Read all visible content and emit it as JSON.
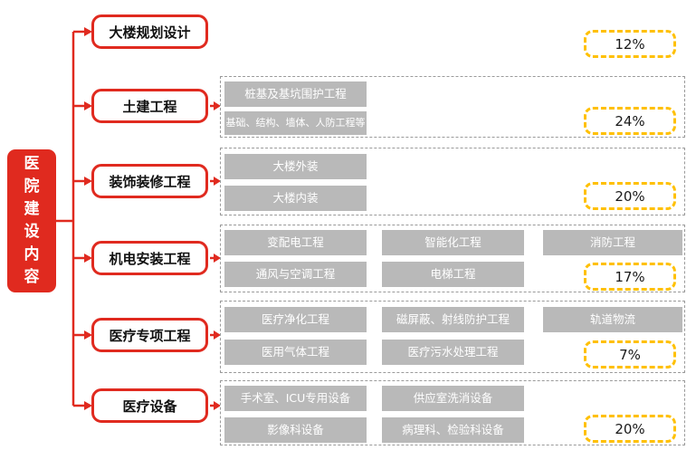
{
  "root": {
    "label": "医院建设内容"
  },
  "colors": {
    "accent_red": "#e02a1f",
    "gray_box": "#b9b9b9",
    "panel_dash": "#9a9a9a",
    "percent_dash": "#ffc000"
  },
  "branches": [
    {
      "label": "大楼规划设计",
      "percent": "12%",
      "items": []
    },
    {
      "label": "土建工程",
      "percent": "24%",
      "items": [
        "桩基及基坑围护工程",
        "基础、结构、墙体、人防工程等"
      ]
    },
    {
      "label": "装饰装修工程",
      "percent": "20%",
      "items": [
        "大楼外装",
        "大楼内装"
      ]
    },
    {
      "label": "机电安装工程",
      "percent": "17%",
      "items": [
        "变配电工程",
        "智能化工程",
        "消防工程",
        "通风与空调工程",
        "电梯工程"
      ]
    },
    {
      "label": "医疗专项工程",
      "percent": "7%",
      "items": [
        "医疗净化工程",
        "磁屏蔽、射线防护工程",
        "轨道物流",
        "医用气体工程",
        "医疗污水处理工程"
      ]
    },
    {
      "label": "医疗设备",
      "percent": "20%",
      "items": [
        "手术室、ICU专用设备",
        "供应室洗消设备",
        "影像科设备",
        "病理科、检验科设备"
      ]
    }
  ]
}
